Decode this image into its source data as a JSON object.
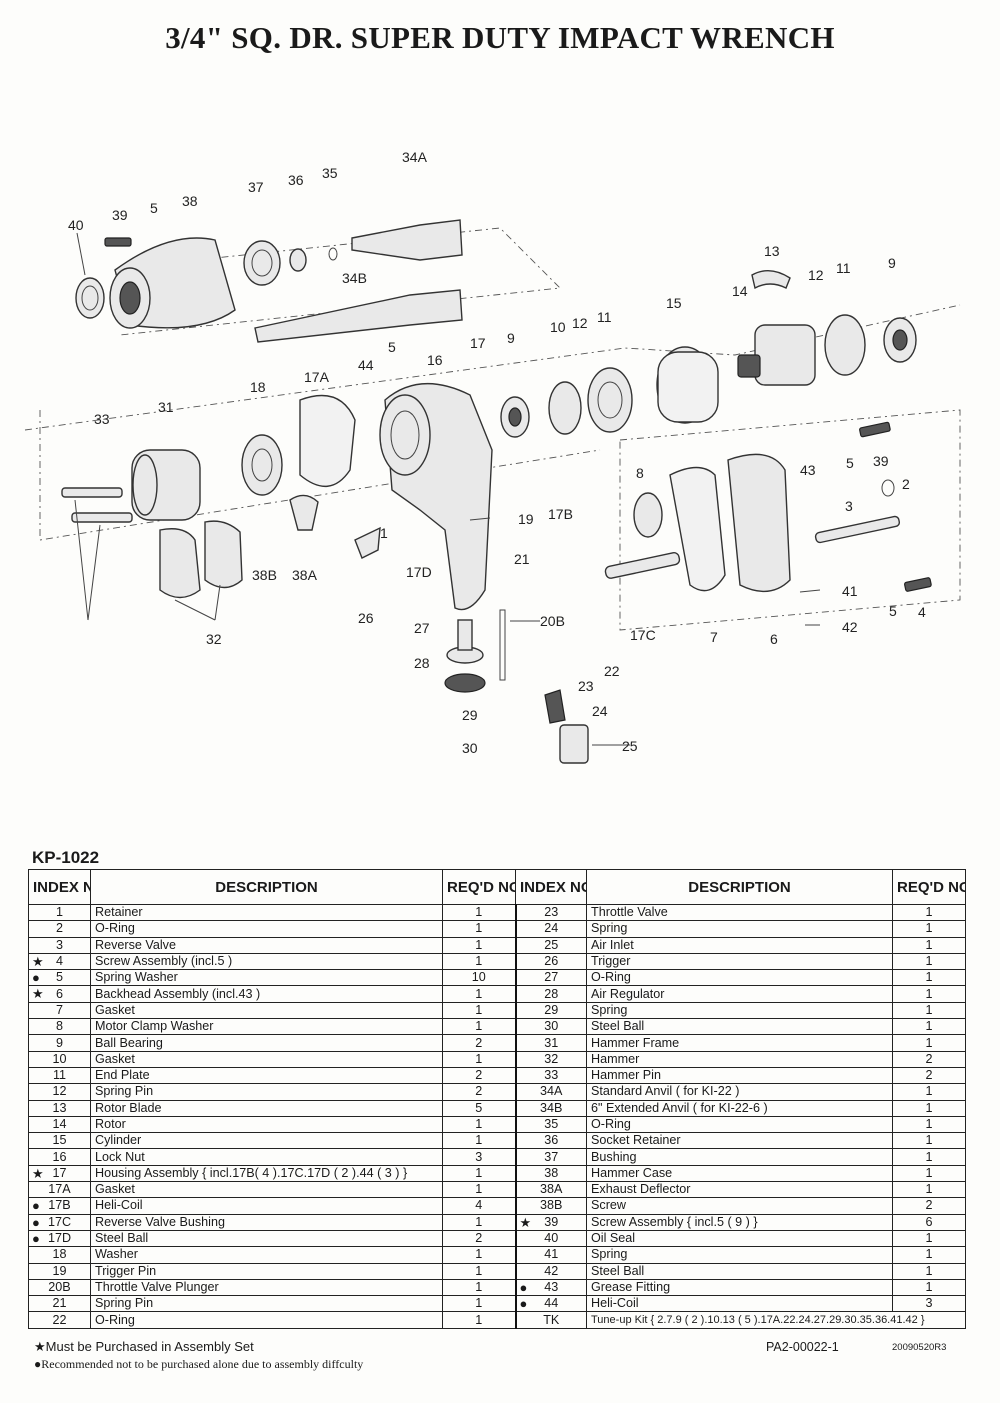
{
  "title": "3/4\" SQ. DR. SUPER DUTY IMPACT WRENCH",
  "model": "KP-1022",
  "headers": {
    "index": "INDEX NO.",
    "description": "DESCRIPTION",
    "reqd": "REQ'D NO."
  },
  "symbols": {
    "star": "★",
    "dot": "●"
  },
  "left_rows": [
    {
      "mark": "",
      "index": "1",
      "desc": "Retainer",
      "qty": "1"
    },
    {
      "mark": "",
      "index": "2",
      "desc": "O-Ring",
      "qty": "1"
    },
    {
      "mark": "",
      "index": "3",
      "desc": "Reverse Valve",
      "qty": "1"
    },
    {
      "mark": "★",
      "index": "4",
      "desc": "Screw Assembly  (incl.5 )",
      "qty": "1"
    },
    {
      "mark": "●",
      "index": "5",
      "desc": "Spring Washer",
      "qty": "10"
    },
    {
      "mark": "★",
      "index": "6",
      "desc": "Backhead Assembly  (incl.43 )",
      "qty": "1"
    },
    {
      "mark": "",
      "index": "7",
      "desc": "Gasket",
      "qty": "1"
    },
    {
      "mark": "",
      "index": "8",
      "desc": "Motor Clamp Washer",
      "qty": "1"
    },
    {
      "mark": "",
      "index": "9",
      "desc": "Ball Bearing",
      "qty": "2"
    },
    {
      "mark": "",
      "index": "10",
      "desc": "Gasket",
      "qty": "1"
    },
    {
      "mark": "",
      "index": "11",
      "desc": "End Plate",
      "qty": "2"
    },
    {
      "mark": "",
      "index": "12",
      "desc": "Spring Pin",
      "qty": "2"
    },
    {
      "mark": "",
      "index": "13",
      "desc": "Rotor Blade",
      "qty": "5"
    },
    {
      "mark": "",
      "index": "14",
      "desc": "Rotor",
      "qty": "1"
    },
    {
      "mark": "",
      "index": "15",
      "desc": "Cylinder",
      "qty": "1"
    },
    {
      "mark": "",
      "index": "16",
      "desc": "Lock Nut",
      "qty": "3"
    },
    {
      "mark": "★",
      "index": "17",
      "desc": "Housing Assembly { incl.17B( 4 ).17C.17D ( 2 ).44 ( 3 ) }",
      "qty": "1"
    },
    {
      "mark": "",
      "index": "17A",
      "desc": "Gasket",
      "qty": "1"
    },
    {
      "mark": "●",
      "index": "17B",
      "desc": "Heli-Coil",
      "qty": "4"
    },
    {
      "mark": "●",
      "index": "17C",
      "desc": "Reverse Valve Bushing",
      "qty": "1"
    },
    {
      "mark": "●",
      "index": "17D",
      "desc": "Steel Ball",
      "qty": "2"
    },
    {
      "mark": "",
      "index": "18",
      "desc": "Washer",
      "qty": "1"
    },
    {
      "mark": "",
      "index": "19",
      "desc": "Trigger Pin",
      "qty": "1"
    },
    {
      "mark": "",
      "index": "20B",
      "desc": "Throttle Valve Plunger",
      "qty": "1"
    },
    {
      "mark": "",
      "index": "21",
      "desc": "Spring Pin",
      "qty": "1"
    },
    {
      "mark": "",
      "index": "22",
      "desc": "O-Ring",
      "qty": "1"
    }
  ],
  "right_rows": [
    {
      "mark": "",
      "index": "23",
      "desc": "Throttle Valve",
      "qty": "1"
    },
    {
      "mark": "",
      "index": "24",
      "desc": "Spring",
      "qty": "1"
    },
    {
      "mark": "",
      "index": "25",
      "desc": "Air Inlet",
      "qty": "1"
    },
    {
      "mark": "",
      "index": "26",
      "desc": "Trigger",
      "qty": "1"
    },
    {
      "mark": "",
      "index": "27",
      "desc": "O-Ring",
      "qty": "1"
    },
    {
      "mark": "",
      "index": "28",
      "desc": "Air Regulator",
      "qty": "1"
    },
    {
      "mark": "",
      "index": "29",
      "desc": "Spring",
      "qty": "1"
    },
    {
      "mark": "",
      "index": "30",
      "desc": "Steel Ball",
      "qty": "1"
    },
    {
      "mark": "",
      "index": "31",
      "desc": "Hammer Frame",
      "qty": "1"
    },
    {
      "mark": "",
      "index": "32",
      "desc": "Hammer",
      "qty": "2"
    },
    {
      "mark": "",
      "index": "33",
      "desc": "Hammer Pin",
      "qty": "2"
    },
    {
      "mark": "",
      "index": "34A",
      "desc": "Standard Anvil ( for KI-22 )",
      "qty": "1"
    },
    {
      "mark": "",
      "index": "34B",
      "desc": "6\" Extended Anvil ( for KI-22-6 )",
      "qty": "1"
    },
    {
      "mark": "",
      "index": "35",
      "desc": "O-Ring",
      "qty": "1"
    },
    {
      "mark": "",
      "index": "36",
      "desc": "Socket Retainer",
      "qty": "1"
    },
    {
      "mark": "",
      "index": "37",
      "desc": "Bushing",
      "qty": "1"
    },
    {
      "mark": "",
      "index": "38",
      "desc": "Hammer Case",
      "qty": "1"
    },
    {
      "mark": "",
      "index": "38A",
      "desc": "Exhaust Deflector",
      "qty": "1"
    },
    {
      "mark": "",
      "index": "38B",
      "desc": "Screw",
      "qty": "2"
    },
    {
      "mark": "★",
      "index": "39",
      "desc": "Screw  Assembly  { incl.5 ( 9 ) }",
      "qty": "6"
    },
    {
      "mark": "",
      "index": "40",
      "desc": "Oil Seal",
      "qty": "1"
    },
    {
      "mark": "",
      "index": "41",
      "desc": "Spring",
      "qty": "1"
    },
    {
      "mark": "",
      "index": "42",
      "desc": "Steel Ball",
      "qty": "1"
    },
    {
      "mark": "●",
      "index": "43",
      "desc": "Grease Fitting",
      "qty": "1"
    },
    {
      "mark": "●",
      "index": "44",
      "desc": "Heli-Coil",
      "qty": "3"
    },
    {
      "mark": "",
      "index": "TK",
      "desc": "Tune-up Kit { 2.7.9 ( 2 ).10.13 ( 5 ).17A.22.24.27.29.30.35.36.41.42 }",
      "qty": ""
    }
  ],
  "notes": {
    "star_note": "★Must be Purchased in Assembly Set",
    "dot_note": "●Recommended not to be purchased alone due to assembly diffculty"
  },
  "doc_number": "PA2-00022-1",
  "revision": "20090520R3",
  "callouts": [
    "40",
    "39",
    "5",
    "38",
    "37",
    "36",
    "35",
    "34A",
    "34B",
    "13",
    "12",
    "11",
    "9",
    "14",
    "15",
    "10",
    "12",
    "11",
    "44",
    "5",
    "16",
    "17",
    "9",
    "17A",
    "18",
    "31",
    "33",
    "32",
    "38B",
    "38A",
    "26",
    "1",
    "17D",
    "19",
    "17B",
    "21",
    "20B",
    "27",
    "28",
    "22",
    "23",
    "24",
    "25",
    "29",
    "30",
    "8",
    "7",
    "6",
    "17C",
    "43",
    "5",
    "39",
    "2",
    "3",
    "41",
    "42",
    "5",
    "4"
  ]
}
